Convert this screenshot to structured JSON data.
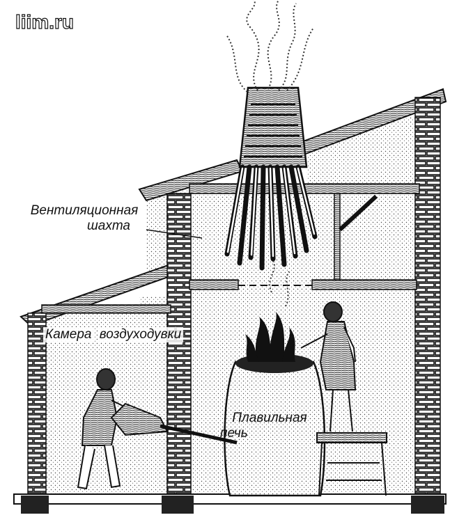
{
  "watermark": "liim.ru",
  "labels": {
    "ventilation_line1": "Вентиляционная",
    "ventilation_line2": "шахта",
    "blower_line1": "Камера",
    "blower_line2": "воздуходувки",
    "furnace_line1": "Плавильная",
    "furnace_line2": "печь"
  }
}
